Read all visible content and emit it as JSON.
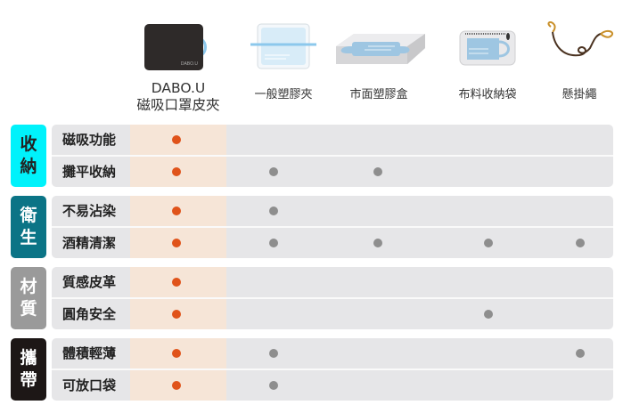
{
  "columns": [
    {
      "id": "dabou",
      "label_line1": "DABO.U",
      "label_line2": "磁吸口罩皮夾",
      "image": "dark-leather-case-icon",
      "image_text": "DABO.U"
    },
    {
      "id": "plastic-clip",
      "label": "一般塑膠夾",
      "image": "plastic-clip-icon"
    },
    {
      "id": "plastic-box",
      "label": "市面塑膠盒",
      "image": "plastic-box-icon"
    },
    {
      "id": "cloth-pouch",
      "label": "布料收納袋",
      "image": "cloth-pouch-icon"
    },
    {
      "id": "lanyard",
      "label": "懸掛繩",
      "image": "lanyard-icon"
    }
  ],
  "colors": {
    "highlight_dot": "#e0531a",
    "other_dot": "#8e8e8e",
    "highlight_col": "#f6e5d7",
    "panel": "#e6e6e8"
  },
  "groups": [
    {
      "label": [
        "收",
        "納"
      ],
      "color": "#00f2fb",
      "text_color": "#222222",
      "rows": [
        {
          "label": "磁吸功能",
          "marks": [
            true,
            false,
            false,
            false,
            false
          ]
        },
        {
          "label": "攤平收納",
          "marks": [
            true,
            true,
            true,
            false,
            false
          ]
        }
      ]
    },
    {
      "label": [
        "衛",
        "生"
      ],
      "color": "#0b7486",
      "text_color": "#ffffff",
      "rows": [
        {
          "label": "不易沾染",
          "marks": [
            true,
            true,
            false,
            false,
            false
          ]
        },
        {
          "label": "酒精清潔",
          "marks": [
            true,
            true,
            true,
            true,
            true
          ]
        }
      ]
    },
    {
      "label": [
        "材",
        "質"
      ],
      "color": "#9a9a9a",
      "text_color": "#ffffff",
      "rows": [
        {
          "label": "質感皮革",
          "marks": [
            true,
            false,
            false,
            false,
            false
          ]
        },
        {
          "label": "圓角安全",
          "marks": [
            true,
            false,
            false,
            true,
            false
          ]
        }
      ]
    },
    {
      "label": [
        "攜",
        "帶"
      ],
      "color": "#1d1716",
      "text_color": "#ffffff",
      "rows": [
        {
          "label": "體積輕薄",
          "marks": [
            true,
            true,
            false,
            false,
            true
          ]
        },
        {
          "label": "可放口袋",
          "marks": [
            true,
            true,
            false,
            false,
            false
          ]
        }
      ]
    }
  ]
}
